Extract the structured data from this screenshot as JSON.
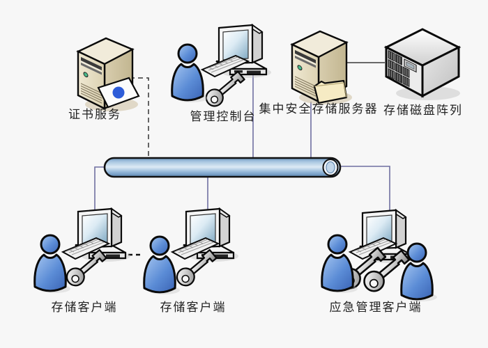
{
  "diagram": {
    "background_color": "#f7f7f7",
    "connector_color": "#6f6fa0",
    "dashed_connector_color": "#333333",
    "bus": {
      "name": "network-bus",
      "shape": "horizontal-pipe",
      "color_top": "#a9c7e1",
      "color_middle": "#ddeaf5",
      "color_bottom": "#5b86b2"
    },
    "nodes": {
      "certificate_service": {
        "label": "证书服务",
        "icon": "server-tower-with-certificate"
      },
      "management_console": {
        "label": "管理控制台",
        "icon": "operator-workstation-with-key"
      },
      "central_storage_server": {
        "label": "集中安全存储服务器",
        "icon": "server-tower-with-folder"
      },
      "storage_disk_array": {
        "label": "存储磁盘阵列",
        "icon": "disk-array-cube"
      },
      "storage_client_left": {
        "label": "存储客户端",
        "icon": "operator-workstation-with-key"
      },
      "storage_client_middle": {
        "label": "存储客户端",
        "icon": "operator-workstation-with-key"
      },
      "emergency_management_client": {
        "label": "应急管理客户端",
        "icon": "dual-operator-workstation-with-keys"
      }
    },
    "connections": [
      {
        "from": "certificate_service",
        "to": "network-bus",
        "style": "dashed"
      },
      {
        "from": "management_console",
        "to": "network-bus",
        "style": "solid"
      },
      {
        "from": "central_storage_server",
        "to": "network-bus",
        "style": "solid"
      },
      {
        "from": "central_storage_server",
        "to": "storage_disk_array",
        "style": "solid"
      },
      {
        "from": "network-bus",
        "to": "storage_client_left",
        "style": "solid"
      },
      {
        "from": "network-bus",
        "to": "storage_client_middle",
        "style": "solid"
      },
      {
        "from": "network-bus",
        "to": "emergency_management_client",
        "style": "solid"
      },
      {
        "from": "storage_client_left",
        "to": "storage_client_middle",
        "style": "dashed"
      }
    ],
    "accent_colors": {
      "person_blue": "#5b8cd6",
      "certificate_dot_blue": "#2d5cd8",
      "server_beige": "#e6debf",
      "led_green": "#49b98a"
    }
  }
}
